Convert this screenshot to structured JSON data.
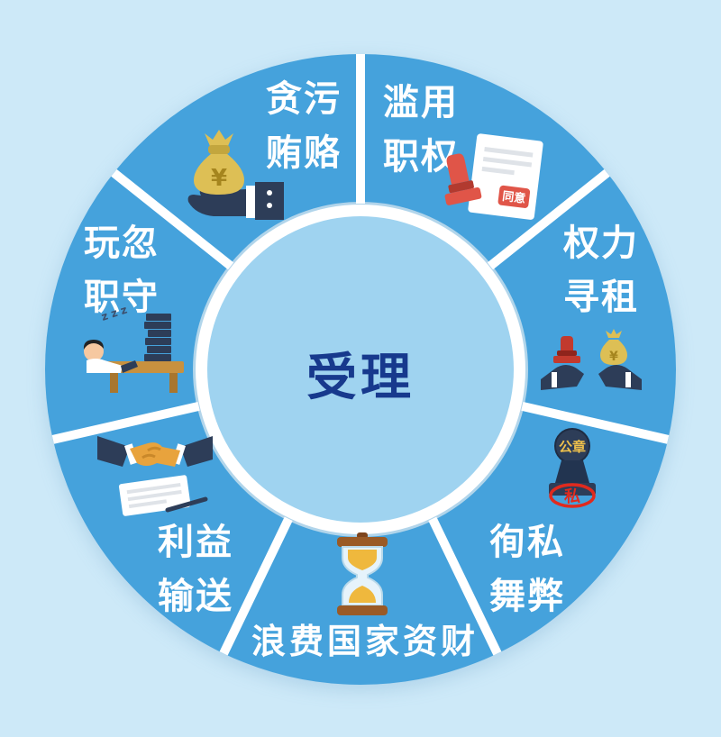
{
  "colors": {
    "background": "#cde9f8",
    "segment_blue": "#45a2dc",
    "separator_white": "#ffffff",
    "center_circle_blue": "#9fd3f0",
    "center_text_navy": "#17398d",
    "label_white": "#ffffff"
  },
  "center": {
    "label": "受理"
  },
  "segments": [
    {
      "name": "corruption-bribery",
      "line1": "贪污",
      "line2": "贿赂"
    },
    {
      "name": "abuse-of-power",
      "line1": "滥用",
      "line2": "职权"
    },
    {
      "name": "power-rent-seeking",
      "line1": "权力",
      "line2": "寻租"
    },
    {
      "name": "favoritism-fraud",
      "line1": "徇私",
      "line2": "舞弊"
    },
    {
      "name": "waste-of-state-assets",
      "line1": "浪费国家资财",
      "line2": ""
    },
    {
      "name": "interest-transfer",
      "line1": "利益",
      "line2": "输送"
    },
    {
      "name": "dereliction-of-duty",
      "line1": "玩忽",
      "line2": "职守"
    }
  ],
  "icon_texts": {
    "money_bag_currency": "¥",
    "approval_stamp": "同意",
    "official_seal": "公章",
    "private": "私",
    "snore": "z z z"
  }
}
